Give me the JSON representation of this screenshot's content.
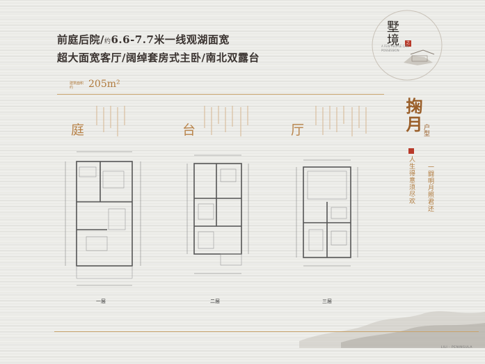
{
  "headline": {
    "line1_a": "前庭后院/",
    "line1_small": "约",
    "line1_b": "6.6-7.7米一线观湖面宽",
    "line2": "超大面宽客厅/阔绰套房式主卧/南北双露台"
  },
  "area": {
    "label": "建筑面积约",
    "value": "205m²"
  },
  "rooms": [
    "庭",
    "台",
    "厅"
  ],
  "floors": [
    "一层",
    "二层",
    "三层"
  ],
  "logo": {
    "title": "墅境",
    "seal": "之",
    "tagline": "A FEW PEOPLE CAN POSSESSION"
  },
  "unit": {
    "name": "掬月",
    "type_label": "户型",
    "poem_left": "人生得意须尽欢",
    "poem_right": "一闘明月照君还"
  },
  "brand": "LILI · PENINSULA",
  "colors": {
    "gold": "#b8834a",
    "dark": "#3a3330",
    "seal": "#b83a2a"
  }
}
